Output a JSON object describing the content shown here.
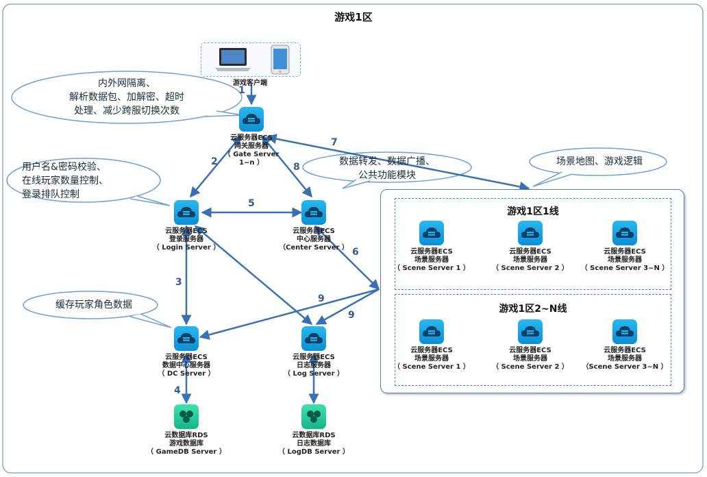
{
  "title": "游戏1区",
  "client": {
    "label": "游戏客户端"
  },
  "nodes": {
    "gate": {
      "l1": "云服务器ECS",
      "l2": "网关服务器",
      "l3": "（ Gate Server",
      "l4": "1~n ）"
    },
    "login": {
      "l1": "云服务器ECS",
      "l2": "登录服务器",
      "l3": "（ Login Server ）"
    },
    "center": {
      "l1": "云服务器ECS",
      "l2": "中心服务器",
      "l3": "（Center Server ）"
    },
    "dc": {
      "l1": "云服务器ECS",
      "l2": "数据中心服务器",
      "l3": "（ DC Server ）"
    },
    "log": {
      "l1": "云服务器ECS",
      "l2": "日志服务器",
      "l3": "（ Log Server ）"
    },
    "gamedb": {
      "l1": "云数据库RDS",
      "l2": "游戏数据库",
      "l3": "（ GameDB Server ）"
    },
    "logdb": {
      "l1": "云数据库RDS",
      "l2": "日志数据库",
      "l3": "（ LogDB Server ）"
    }
  },
  "zone": {
    "line1": {
      "title": "游戏1区1线",
      "servers": [
        {
          "l1": "云服务器ECS",
          "l2": "场景服务器",
          "l3": "（ Scene Server 1 ）"
        },
        {
          "l1": "云服务器ECS",
          "l2": "场景服务器",
          "l3": "（ Scene Server 2 ）"
        },
        {
          "l1": "云服务器ECS",
          "l2": "场景服务器",
          "l3": "（ Scene Server 3~N ）"
        }
      ]
    },
    "line2": {
      "title": "游戏1区2~N线",
      "servers": [
        {
          "l1": "云服务器ECS",
          "l2": "场景服务器",
          "l3": "（ Scene Server 1 ）"
        },
        {
          "l1": "云服务器ECS",
          "l2": "场景服务器",
          "l3": "（ Scene Server 2 ）"
        },
        {
          "l1": "云服务器ECS",
          "l2": "场景服务器",
          "l3": "（Scene Server 3~N ）"
        }
      ]
    }
  },
  "callouts": {
    "gate": [
      "内外网隔离、",
      "解析数据包、加解密、超时",
      "处理、减少跨服切换次数"
    ],
    "login": [
      "用户名&密码校验、",
      "在线玩家数量控制、",
      "登录排队控制"
    ],
    "center": [
      "数据转发、数据广播、",
      "公共功能模块"
    ],
    "scene": [
      "场景地图、游戏逻辑"
    ],
    "dc": [
      "缓存玩家角色数据"
    ]
  },
  "steps": {
    "s1": "1",
    "s2": "2",
    "s3": "3",
    "s4": "4",
    "s5": "5",
    "s6": "6",
    "s7": "7",
    "s8": "8",
    "s9a": "9",
    "s9b": "9"
  },
  "colors": {
    "arrow": "#3b6fb3",
    "ecs_icon": "#1aa7e8",
    "rds_icon": "#2bcf9c",
    "callout_border": "#6fa0d0"
  }
}
